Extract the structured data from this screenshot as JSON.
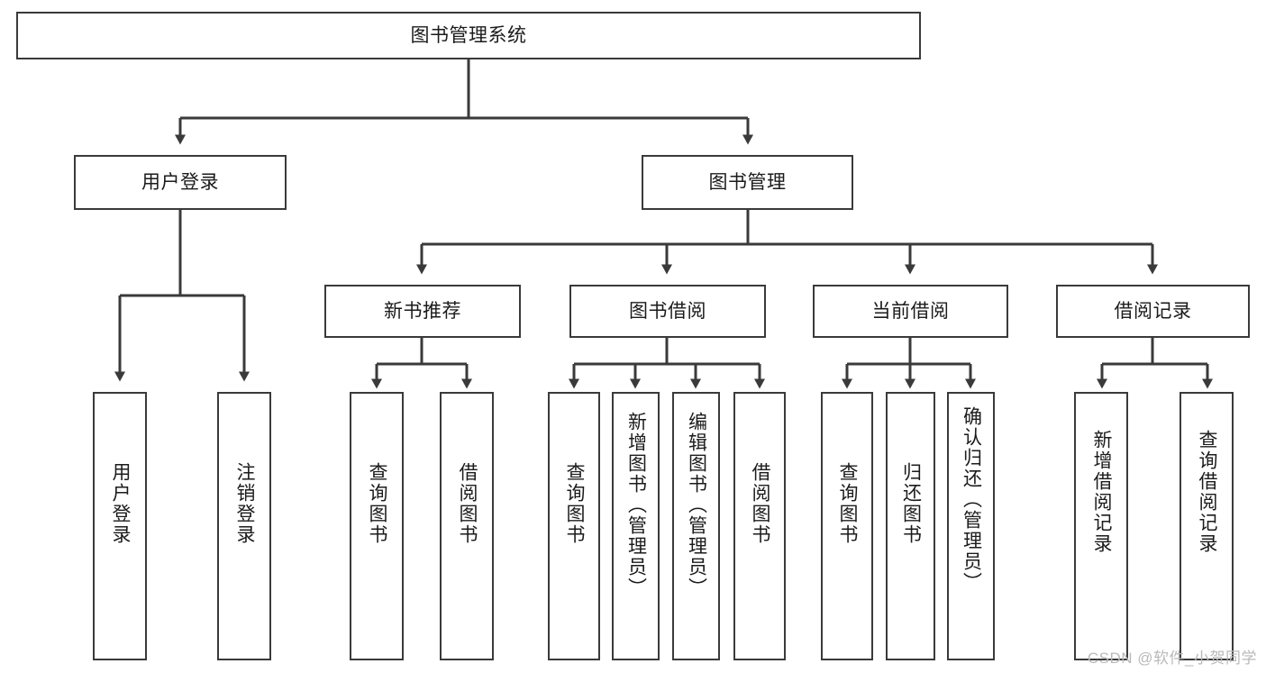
{
  "diagram": {
    "title": "图书管理系统",
    "type": "tree-hierarchy",
    "root": {
      "label": "图书管理系统"
    },
    "level1": [
      {
        "label": "用户登录"
      },
      {
        "label": "图书管理"
      }
    ],
    "level2": [
      {
        "label": "新书推荐"
      },
      {
        "label": "图书借阅"
      },
      {
        "label": "当前借阅"
      },
      {
        "label": "借阅记录"
      }
    ],
    "leaves": {
      "user_login": [
        {
          "label": "用户登录"
        },
        {
          "label": "注销登录"
        }
      ],
      "new_book_recommend": [
        {
          "label": "查询图书"
        },
        {
          "label": "借阅图书"
        }
      ],
      "book_borrow": [
        {
          "label": "查询图书"
        },
        {
          "label": "新增图书（管理员）"
        },
        {
          "label": "编辑图书（管理员）"
        },
        {
          "label": "借阅图书"
        }
      ],
      "current_borrow": [
        {
          "label": "查询图书"
        },
        {
          "label": "归还图书"
        },
        {
          "label": "确认归还（管理员）"
        }
      ],
      "borrow_records": [
        {
          "label": "新增借阅记录"
        },
        {
          "label": "查询借阅记录"
        }
      ]
    }
  },
  "watermark": {
    "text": "CSDN @软件_小贺同学"
  },
  "colors": {
    "background": "#ffffff",
    "box_border": "#3a3a3a",
    "box_fill": "#ffffff",
    "text": "#1b1b1b",
    "edge": "#3a3a3a",
    "watermark": "#b9b9b9"
  }
}
